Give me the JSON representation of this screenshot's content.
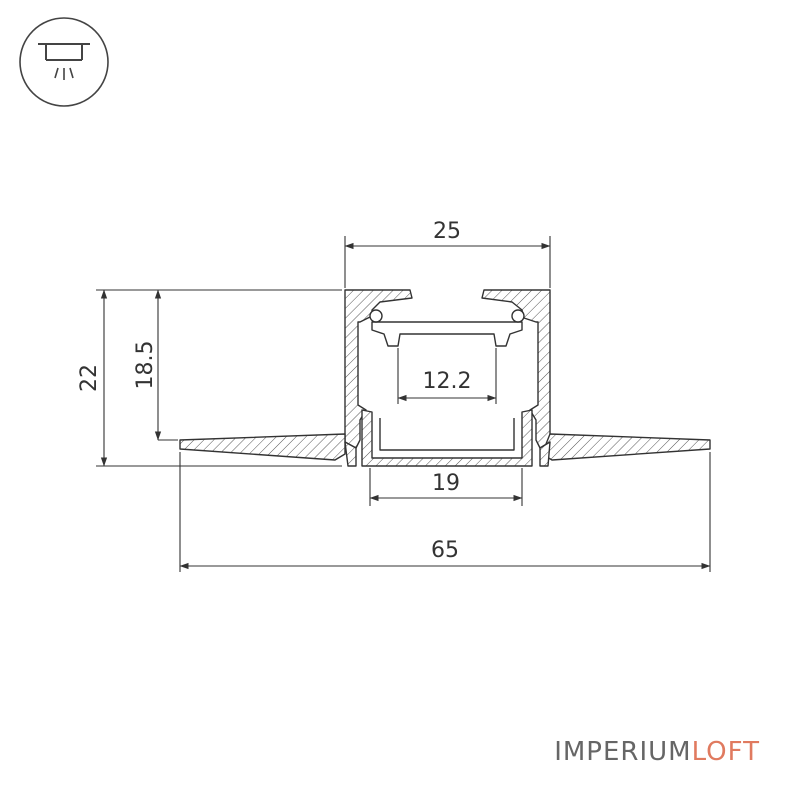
{
  "mount_icon": "recessed-ceiling-light-icon",
  "dimensions": {
    "width_top": "25",
    "height_total": "22",
    "height_recess": "18.5",
    "inner_width": "12.2",
    "channel_width": "19",
    "total_width": "65"
  },
  "brand": {
    "part1": "IMPERIUM",
    "part2": "LOFT"
  },
  "colors": {
    "line": "#333333",
    "brand_dark": "#666666",
    "brand_accent": "#e07a5f"
  }
}
